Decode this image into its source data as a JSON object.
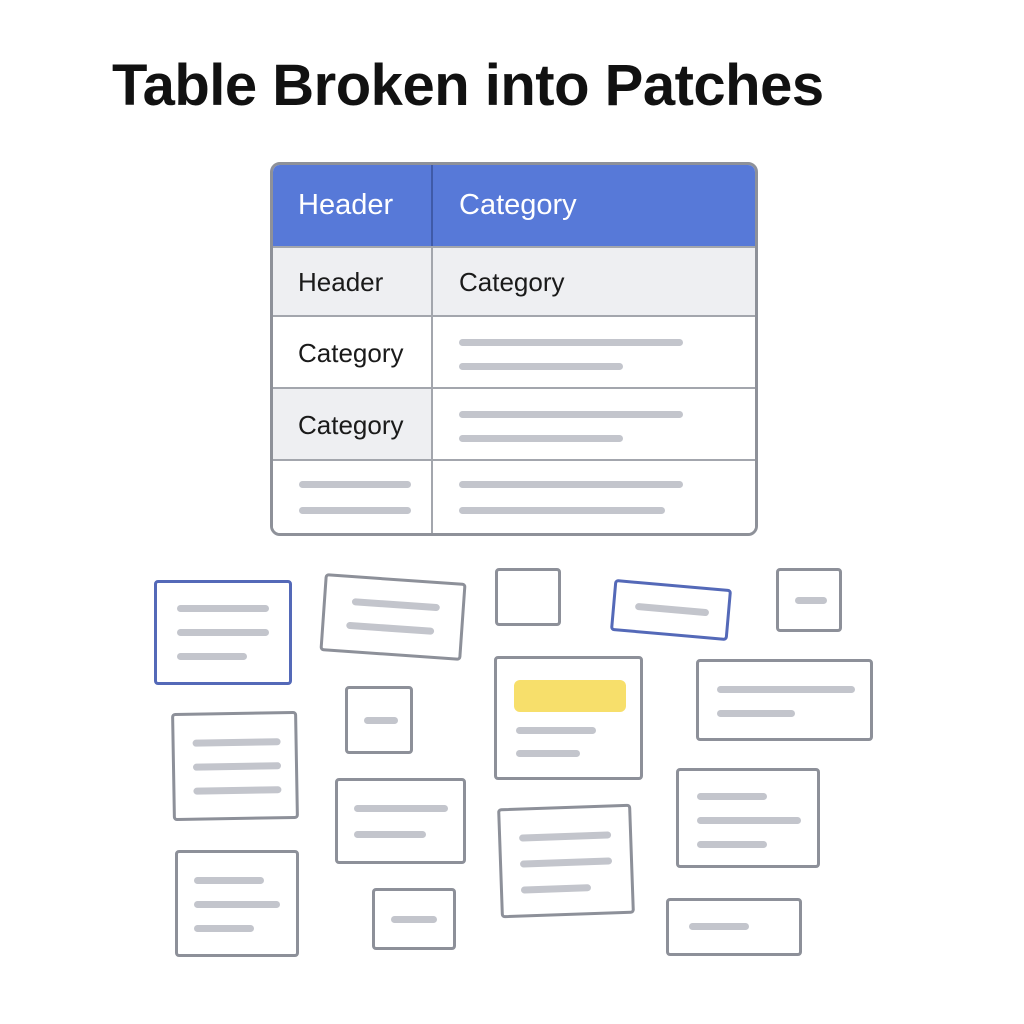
{
  "title": "Table Broken into Patches",
  "table": {
    "header": [
      "Header",
      "Category"
    ],
    "rows": [
      [
        "Header",
        "Category"
      ],
      [
        "Category",
        ""
      ],
      [
        "Category",
        ""
      ],
      [
        "",
        ""
      ]
    ]
  },
  "colors": {
    "header_fill": "#5779d8",
    "header_text": "#ffffff",
    "shaded_row": "#eeeff2",
    "border": "#8e9199",
    "placeholder_bar": "#c3c5cc",
    "highlight": "#f7df6b",
    "patch_accent_border": "#5469b8"
  }
}
